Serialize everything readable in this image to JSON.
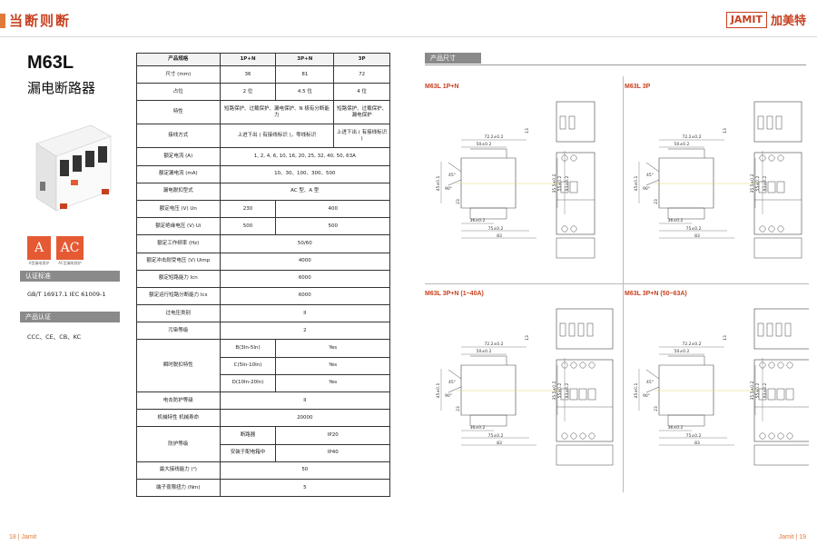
{
  "header": {
    "brand_left": "当断则断",
    "logo_en": "JAMIT",
    "logo_cn": "加美特"
  },
  "product": {
    "model": "M63L",
    "name": "漏电断路器",
    "badges": [
      {
        "letter": "A",
        "caption": "A型漏电保护"
      },
      {
        "letter": "AC",
        "caption": "AC型漏电保护"
      }
    ]
  },
  "certification": {
    "standards_label": "认证标准",
    "standards": "GB/T 16917.1   IEC 61009-1",
    "certs_label": "产品认证",
    "certs": "CCC、CE、CB、KC"
  },
  "spec_table": {
    "header": [
      "产品规格",
      "1P+N",
      "3P+N",
      "3P"
    ],
    "rows": [
      {
        "label": "尺寸 (mm)",
        "c1": "36",
        "c2": "81",
        "c3": "72"
      },
      {
        "label": "占位",
        "c1": "2 位",
        "c2": "4.5 位",
        "c3": "4 位"
      },
      {
        "label": "特性",
        "c12": "短路保护、过载保护、漏电保护、N 极有分断能力",
        "c3": "短路保护、过载保护、漏电保护"
      },
      {
        "label": "接线方式",
        "c12": "上进下出 ( 有接线标识 )，零线标识",
        "c3": "上进下出 ( 有接线标识 )"
      },
      {
        "label": "额定电流 (A)",
        "all": "1, 2, 4, 6, 10, 16, 20, 25, 32, 40, 50, 63A"
      },
      {
        "label": "额定漏电流 (mA)",
        "all": "10、30、100、300、500"
      },
      {
        "label": "漏电脱扣型式",
        "all": "AC 型、A 型"
      },
      {
        "label": "额定电压 (V) Un",
        "c1": "230",
        "c23": "400"
      },
      {
        "label": "额定绝缘电压 (V) Ui",
        "c1": "500",
        "c23": "500"
      },
      {
        "label": "额定工作频率 (Hz)",
        "all": "50/60"
      },
      {
        "label": "额定冲击耐受电压 (V) Uimp",
        "all": "4000"
      },
      {
        "label": "额定短路能力 Icn",
        "all": "6000"
      },
      {
        "label": "额定运行短路分断能力 Ics",
        "all": "6000"
      },
      {
        "label": "过电压类别",
        "all": "II"
      },
      {
        "label": "污染等级",
        "all": "2"
      }
    ],
    "trip_group": "瞬时脱扣特性",
    "trip_rows": [
      {
        "label": "B(3In-5In)",
        "value": "Yes"
      },
      {
        "label": "C(5In-10In)",
        "value": "Yes"
      },
      {
        "label": "D(10In-20In)",
        "value": "Yes"
      }
    ],
    "rows2": [
      {
        "label": "电击防护等级",
        "all": "II"
      },
      {
        "label": "机械特性   机械寿命",
        "all": "20000"
      }
    ],
    "protect_group": "防护等级",
    "protect_rows": [
      {
        "label": "断路器",
        "value": "IP20"
      },
      {
        "label": "安装于配电箱中",
        "value": "IP40"
      }
    ],
    "rows3": [
      {
        "label": "最大接线能力 (²)",
        "all": "50"
      },
      {
        "label": "端子夜限扭力 (Nm)",
        "all": "5"
      }
    ]
  },
  "dimensions": {
    "section_label": "产品尺寸",
    "panels": [
      {
        "title": "M63L  1P+N",
        "dims": {
          "w1": "72.2±0.2",
          "w2": "50±0.2",
          "w3": "36±0.2",
          "w4": "75±0.2",
          "w5": "83",
          "h1": "45±0.1",
          "h2": "35.5±0.2",
          "h3": "55±0.2",
          "h4": "93±0.2",
          "h5": "23",
          "a": "90°",
          "b": "45°",
          "c": "13"
        }
      },
      {
        "title": "M63L  3P",
        "dims": {
          "w1": "72.2±0.2",
          "w2": "50±0.2",
          "w3": "36±0.2",
          "w4": "75±0.2",
          "w5": "83",
          "h1": "45±0.1",
          "h2": "35.5±0.2",
          "h3": "55±0.2",
          "h4": "93±0.2",
          "h5": "23",
          "a": "90°",
          "b": "45°",
          "c": "13"
        }
      },
      {
        "title": "M63L  3P+N (1~40A)",
        "dims": {
          "w1": "72.2±0.2",
          "w2": "50±0.2",
          "w3": "36±0.2",
          "w4": "75±0.2",
          "w5": "83",
          "h1": "45±0.1",
          "h2": "35.5±0.2",
          "h3": "55±0.2",
          "h4": "93±0.2",
          "h5": "23",
          "a": "90°",
          "b": "45°",
          "c": "13"
        }
      },
      {
        "title": "M63L  3P+N (50~63A)",
        "dims": {
          "w1": "72.2±0.2",
          "w2": "50±0.2",
          "w3": "36±0.2",
          "w4": "75±0.2",
          "w5": "83",
          "h1": "45±0.1",
          "h2": "35.5±0.2",
          "h3": "55±0.2",
          "h4": "93±0.2",
          "h5": "23",
          "a": "90°",
          "b": "45°",
          "c": "13"
        }
      }
    ]
  },
  "footer": {
    "left_page": "18",
    "left_brand": "Jamit",
    "right_brand": "Jamit",
    "right_page": "19"
  },
  "colors": {
    "accent": "#e55a33",
    "brand": "#c8401f",
    "gray_label": "#8a8a8a"
  }
}
